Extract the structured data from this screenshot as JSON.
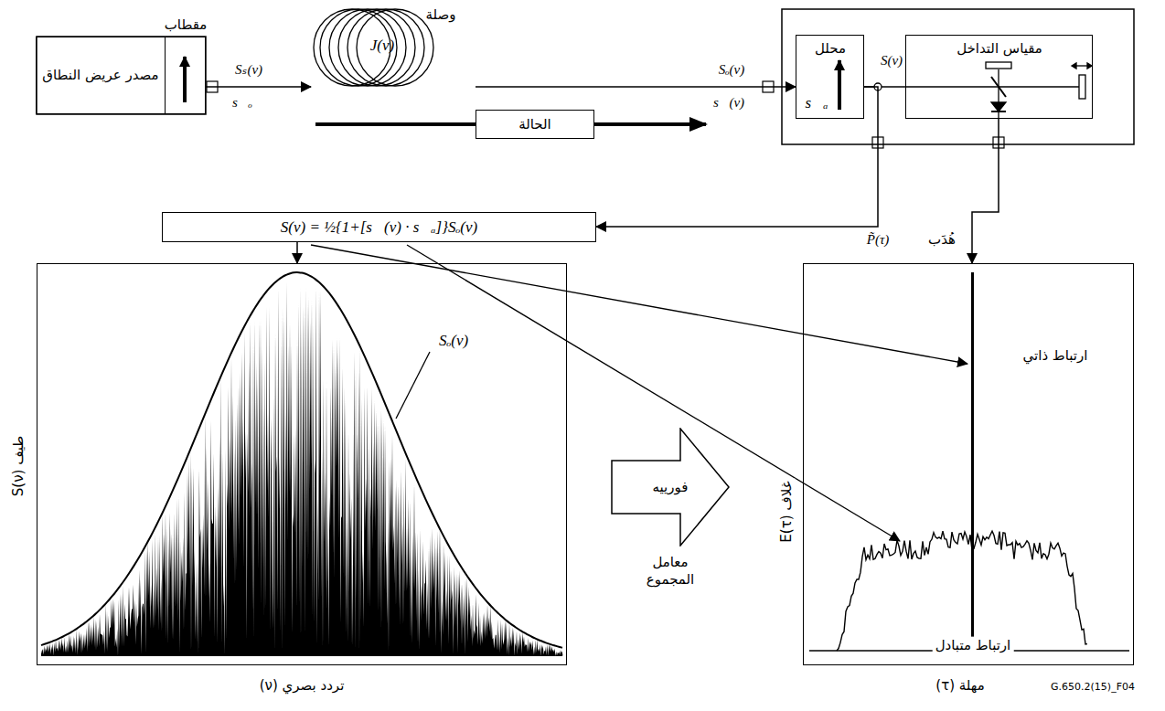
{
  "diagram": {
    "nodes": [
      {
        "text": [
          "مصدر عريض النطاق"
        ]
      },
      {
        "text": [
          "مقطاب"
        ]
      },
      {
        "text": [
          "وصلة",
          "J(ν)"
        ]
      },
      {
        "text": [
          "الحالة"
        ]
      },
      {
        "text": [
          "محلل",
          "s⃗ₐ"
        ]
      },
      {
        "text": [
          "مقياس التداخل"
        ]
      },
      {
        "text": [
          "S(ν) = ½{1+[s⃗(ν) · s⃗ₐ]}Sₒ(ν)"
        ]
      },
      {
        "text": [
          "Sₒ(ν)"
        ]
      },
      {
        "text": [
          "فورييه"
        ]
      },
      {
        "text": [
          "ارتباط ذاتي",
          "ارتباط متبادل"
        ]
      }
    ],
    "edges": [
      {
        "from": 1,
        "to": 2,
        "arrow": "to"
      },
      {
        "from": 2,
        "to": 4,
        "arrow": "to"
      },
      {
        "from": 4,
        "to": 6,
        "arrow": "to"
      },
      {
        "from": 6,
        "to": 7,
        "arrow": "to"
      },
      {
        "from": 5,
        "to": 9,
        "arrow": "to",
        "label": "هُدَب"
      }
    ],
    "labels": [
      "Sₛ(ν)",
      "s⃗ₒ",
      "Sₒ(ν)",
      "s⃗(ν)",
      "S(ν)",
      "P̃(τ)",
      "طيف S(ν)",
      "تردد بصري (ν)",
      "معامل المجموع",
      "غلاف E(τ)",
      "مهلة (τ)",
      "G.650.2(15)_F04"
    ]
  }
}
